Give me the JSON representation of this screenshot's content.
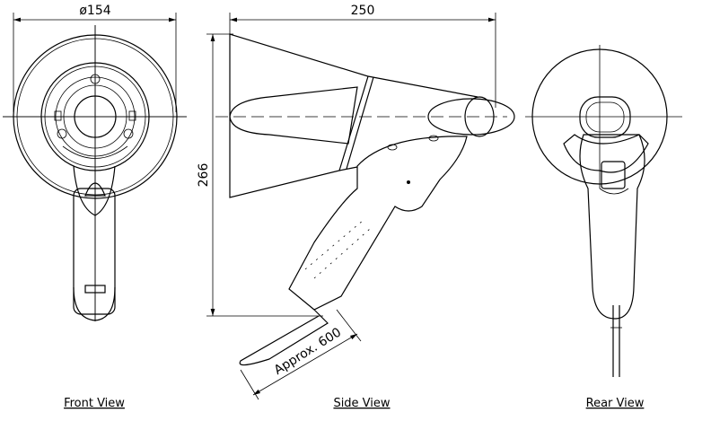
{
  "dimensions": {
    "front_diameter": "ø154",
    "side_length": "250",
    "side_height": "266",
    "strap_length": "Approx. 600"
  },
  "views": {
    "front": "Front View",
    "side": "Side View",
    "rear": "Rear View"
  }
}
